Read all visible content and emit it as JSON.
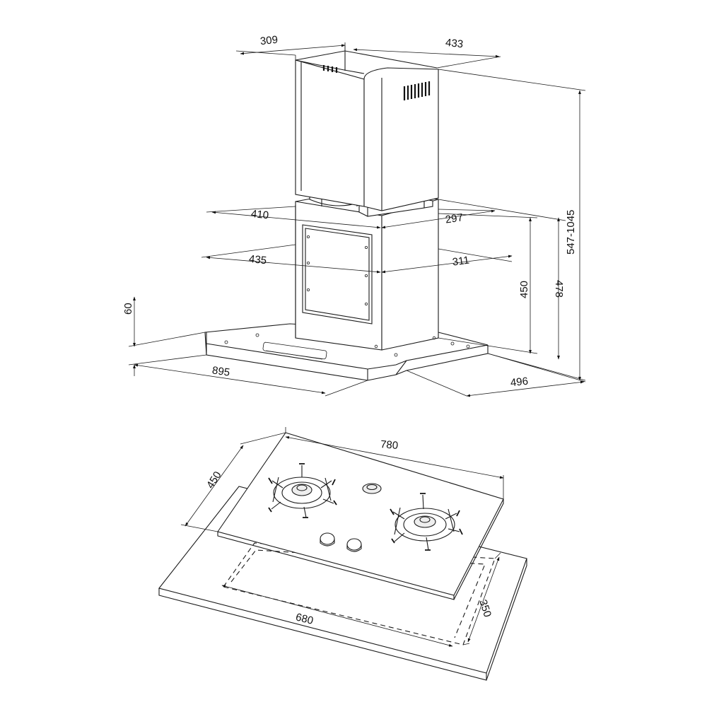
{
  "hood": {
    "dims": {
      "chimney_left_depth": "309",
      "chimney_right_depth": "433",
      "hood_width": "895",
      "hood_depth": "496",
      "chimney_height_range": "547-1045",
      "frame_height": "478",
      "box_height": "450",
      "canopy_height": "60",
      "box_width_top": "410",
      "box_width_mid": "435",
      "box_depth_top": "297",
      "box_depth_mid": "311"
    }
  },
  "hob": {
    "dims": {
      "width": "780",
      "depth": "450",
      "cutout_width": "680",
      "cutout_depth": "350"
    }
  }
}
